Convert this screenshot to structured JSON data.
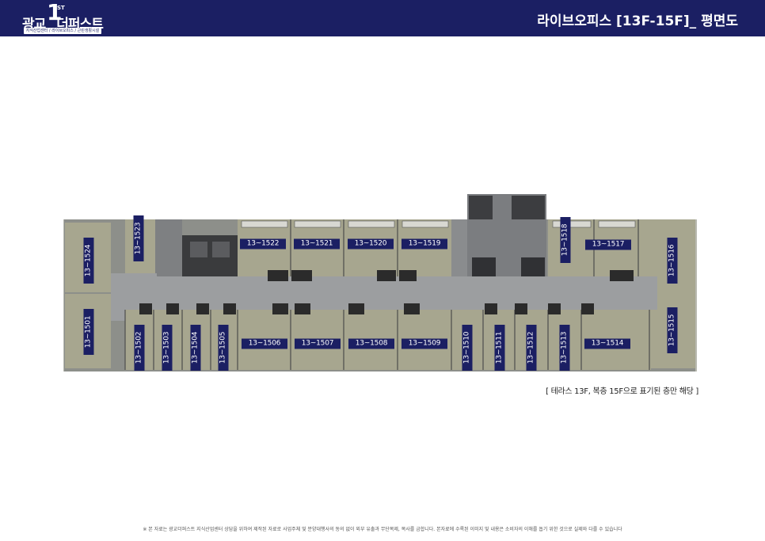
{
  "header": {
    "logo": {
      "name_prefix": "광교",
      "one": "1",
      "st": "ST",
      "name_suffix": "더퍼스트",
      "subtitle": "지식산업센터 / 라이브오피스 / 근린생활시설"
    },
    "title": "라이브오피스 [13F-15F]_ 평면도"
  },
  "floor_plan": {
    "colors": {
      "header": "#1b1f63",
      "unit_floor": "#a7a68f",
      "corridor": "#9c9ea0",
      "wall": "#222222",
      "label_bg": "#1b1f63"
    },
    "units": {
      "u1501": "13~1501",
      "u1502": "13~1502",
      "u1503": "13~1503",
      "u1504": "13~1504",
      "u1505": "13~1505",
      "u1506": "13~1506",
      "u1507": "13~1507",
      "u1508": "13~1508",
      "u1509": "13~1509",
      "u1510": "13~1510",
      "u1511": "13~1511",
      "u1512": "13~1512",
      "u1513": "13~1513",
      "u1514": "13~1514",
      "u1515": "13~1515",
      "u1516": "13~1516",
      "u1517": "13~1517",
      "u1518": "13~1518",
      "u1519": "13~1519",
      "u1520": "13~1520",
      "u1521": "13~1521",
      "u1522": "13~1522",
      "u1523": "13~1523",
      "u1524": "13~1524"
    }
  },
  "note": "[ 테라스 13F, 복층 15F으로 표기된 층만 해당 ]",
  "footer": "※ 본 자료는 광교더퍼스트 지식산업센터 상담을 위하여 제작된 자료로 사업주체 및 분양대행사의 동의 없이 외부 유출과 무단복제, 복사를 금합니다. 본자료에 수록된 이미지 및 내용은 소비자의 이해를 돕기 위한 것으로 실제와 다를 수 있습니다"
}
